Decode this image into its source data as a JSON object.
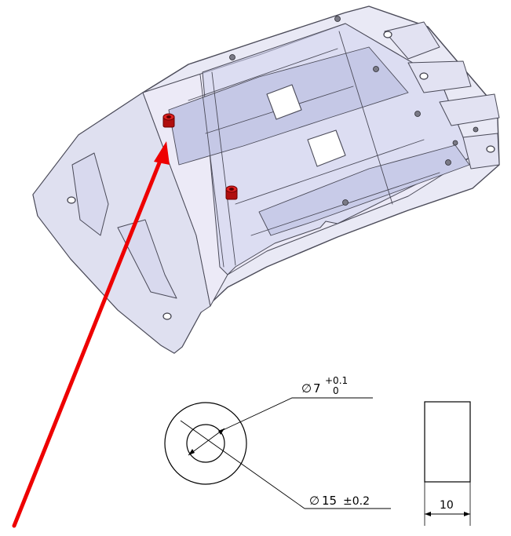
{
  "drawing": {
    "inner_dim": {
      "symbol": "∅",
      "value": "7",
      "tol_upper": "+0.1",
      "tol_lower": "0"
    },
    "outer_dim": {
      "symbol": "∅",
      "value": "15",
      "tol": "±0.2"
    },
    "height_dim": {
      "value": "10"
    }
  },
  "colors": {
    "part_fill": "#e6e6f4",
    "part_stroke": "#4a4a58",
    "part_shade": "#c9cbe6",
    "insert_red": "#d01818",
    "arrow_red": "#ee0000",
    "line_black": "#000000"
  }
}
